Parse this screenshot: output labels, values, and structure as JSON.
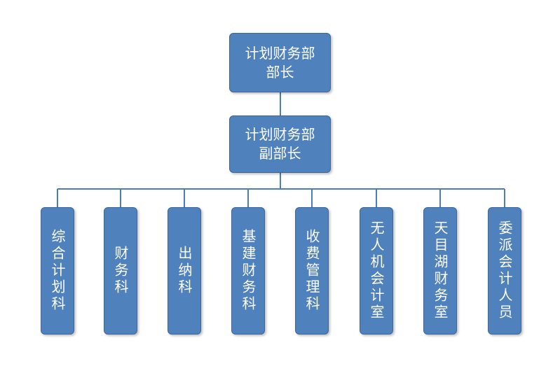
{
  "chart": {
    "director": "计划财务部\n部长",
    "deputy": "计划财务部\n副部长",
    "departments": [
      "综合计划科",
      "财务科",
      "出纳科",
      "基建财务科",
      "收费管理科",
      "无人机会计室",
      "天目湖财务室",
      "委派会计人员"
    ]
  },
  "colors": {
    "box": "#4f81bd",
    "border": "#3c6798",
    "line": "#4a7ebb",
    "text": "#ffffff"
  }
}
